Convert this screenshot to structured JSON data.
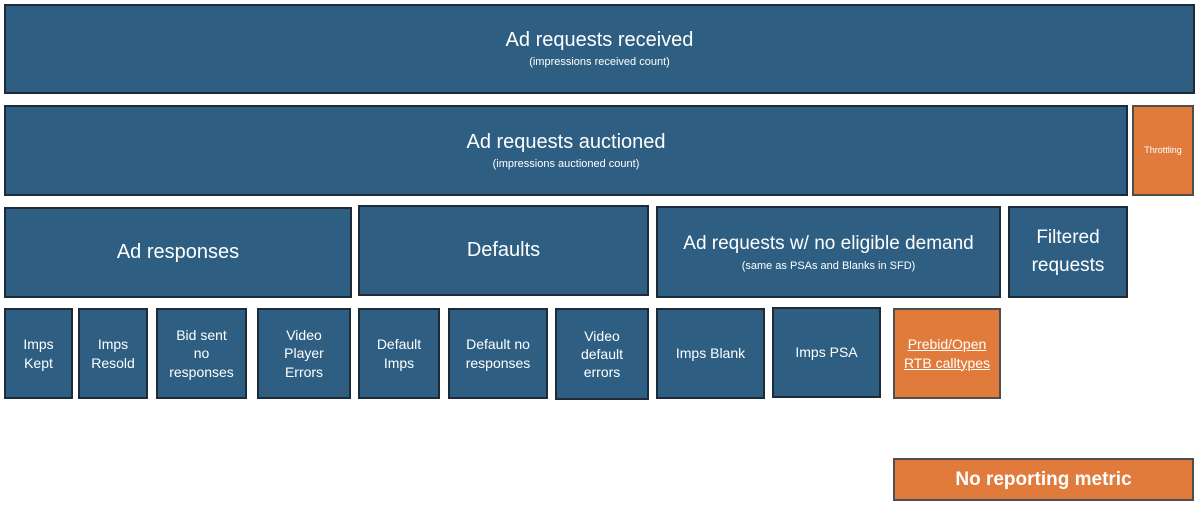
{
  "received": {
    "title": "Ad requests received",
    "subtitle": "(impressions received count)"
  },
  "auctioned": {
    "title": "Ad requests auctioned",
    "subtitle": "(impressions auctioned count)"
  },
  "throttling": {
    "label": "Throttling"
  },
  "ad_responses": {
    "title": "Ad responses"
  },
  "defaults": {
    "title": "Defaults"
  },
  "no_eligible": {
    "title": "Ad requests w/ no eligible demand",
    "subtitle": "(same as PSAs and Blanks in SFD)"
  },
  "filtered": {
    "title": "Filtered requests"
  },
  "leaves": {
    "imps_kept": "Imps Kept",
    "imps_resold": "Imps Resold",
    "bid_sent": "Bid sent no responses",
    "video_player_errors": "Video Player Errors",
    "default_imps": "Default Imps",
    "default_no_responses": "Default no responses",
    "video_default_errors": "Video default errors",
    "imps_blank": "Imps Blank",
    "imps_psa": "Imps PSA",
    "prebid": "Prebid/Open RTB calltypes"
  },
  "legend": {
    "label": "No reporting metric"
  },
  "colors": {
    "blue": "#2e5f82",
    "orange": "#e07b3c",
    "border": "#1d2b38"
  }
}
